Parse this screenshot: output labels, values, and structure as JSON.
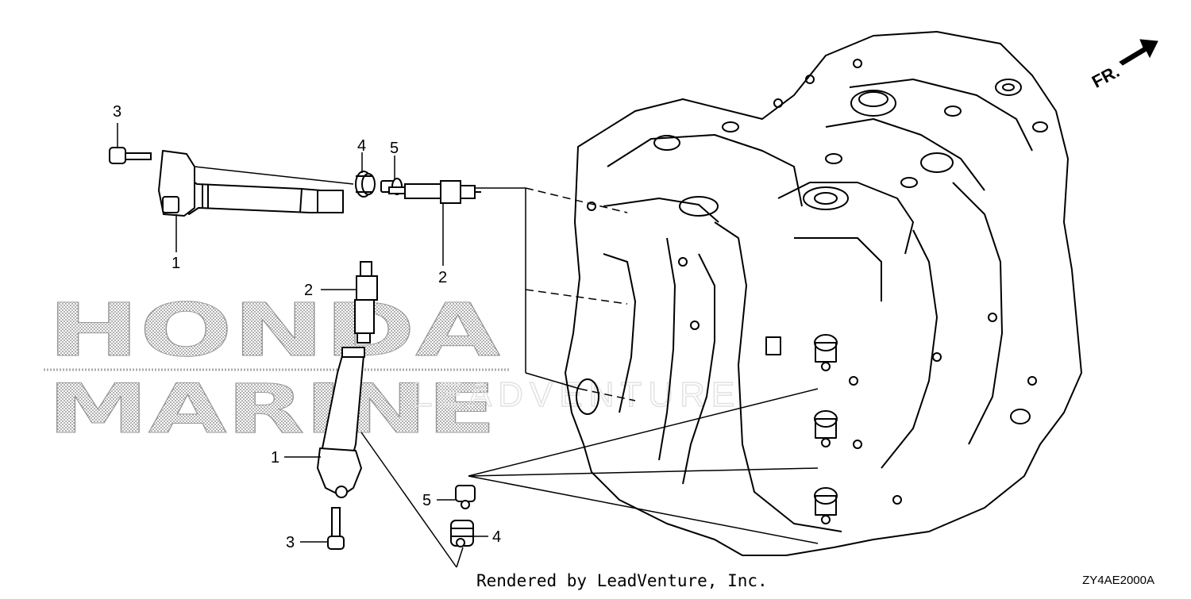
{
  "diagram": {
    "front_indicator": "FR.",
    "callouts": {
      "c1a": "1",
      "c1b": "1",
      "c2a": "2",
      "c2b": "2",
      "c3a": "3",
      "c3b": "3",
      "c4a": "4",
      "c4b": "4",
      "c5a": "5",
      "c5b": "5"
    },
    "watermark": {
      "line1": "HONDA",
      "line2": "MARINE",
      "overlay": "LEADVENTURE"
    },
    "footer_credit": "Rendered by LeadVenture, Inc.",
    "diagram_code": "ZY4AE2000A"
  }
}
